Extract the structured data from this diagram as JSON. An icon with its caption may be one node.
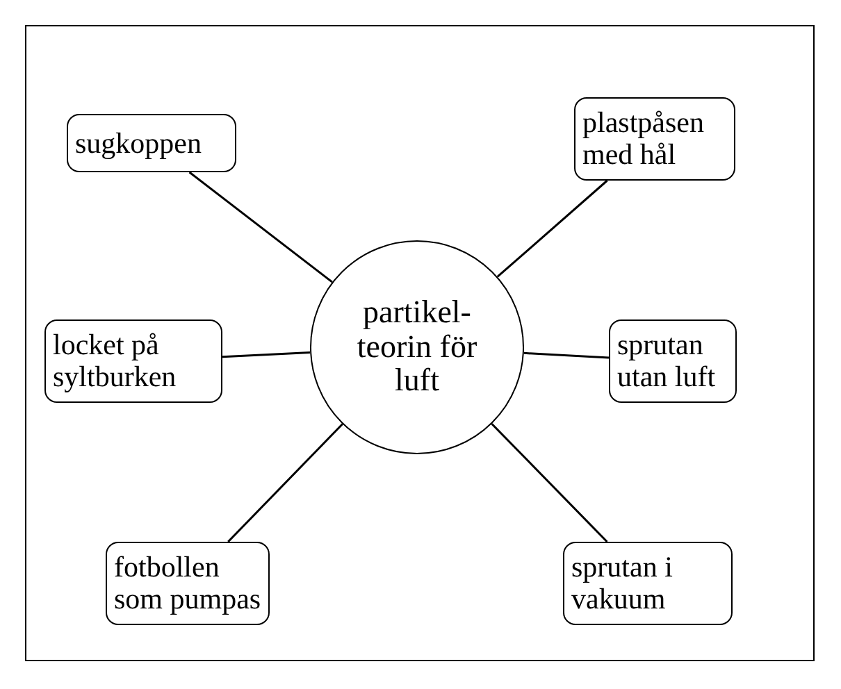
{
  "diagram": {
    "nodes": [
      {
        "text": [
          "sugkoppen"
        ]
      },
      {
        "text": [
          "plastpåsen med hål"
        ]
      },
      {
        "text": [
          "partikel- teorin för luft"
        ]
      },
      {
        "text": [
          "locket på syltburken"
        ]
      },
      {
        "text": [
          "sprutan utan luft"
        ]
      },
      {
        "text": [
          "fotbollen som pumpas"
        ]
      },
      {
        "text": [
          "sprutan i vakuum"
        ]
      }
    ],
    "edges": [
      {
        "from": 2,
        "to": 0,
        "arrow": "none"
      },
      {
        "from": 2,
        "to": 1,
        "arrow": "none"
      },
      {
        "from": 2,
        "to": 3,
        "arrow": "none"
      },
      {
        "from": 2,
        "to": 4,
        "arrow": "none"
      },
      {
        "from": 2,
        "to": 5,
        "arrow": "none"
      },
      {
        "from": 2,
        "to": 6,
        "arrow": "none"
      }
    ]
  }
}
